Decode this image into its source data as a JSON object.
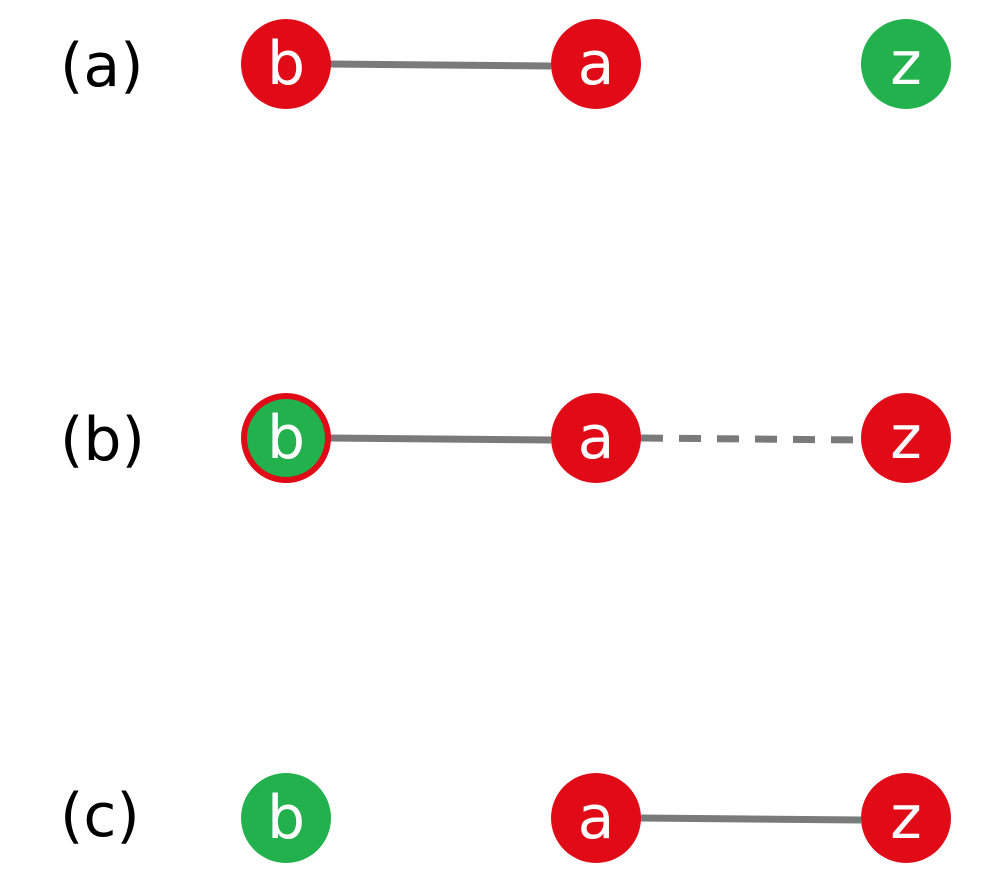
{
  "colors": {
    "red": "#e10a17",
    "green": "#22b14c",
    "edge": "#7a7a7a",
    "text": "#ffffff"
  },
  "panels": [
    {
      "label": "(a)",
      "nodes": [
        {
          "id": "b",
          "letter": "b",
          "fill": "red"
        },
        {
          "id": "a",
          "letter": "a",
          "fill": "red"
        },
        {
          "id": "z",
          "letter": "z",
          "fill": "green"
        }
      ],
      "edges": [
        {
          "from": "b",
          "to": "a",
          "style": "solid"
        }
      ]
    },
    {
      "label": "(b)",
      "nodes": [
        {
          "id": "b",
          "letter": "b",
          "fill": "green",
          "ring": "red"
        },
        {
          "id": "a",
          "letter": "a",
          "fill": "red"
        },
        {
          "id": "z",
          "letter": "z",
          "fill": "red"
        }
      ],
      "edges": [
        {
          "from": "b",
          "to": "a",
          "style": "solid"
        },
        {
          "from": "a",
          "to": "z",
          "style": "dashed"
        }
      ]
    },
    {
      "label": "(c)",
      "nodes": [
        {
          "id": "b",
          "letter": "b",
          "fill": "green"
        },
        {
          "id": "a",
          "letter": "a",
          "fill": "red"
        },
        {
          "id": "z",
          "letter": "z",
          "fill": "red"
        }
      ],
      "edges": [
        {
          "from": "a",
          "to": "z",
          "style": "solid"
        }
      ]
    }
  ]
}
